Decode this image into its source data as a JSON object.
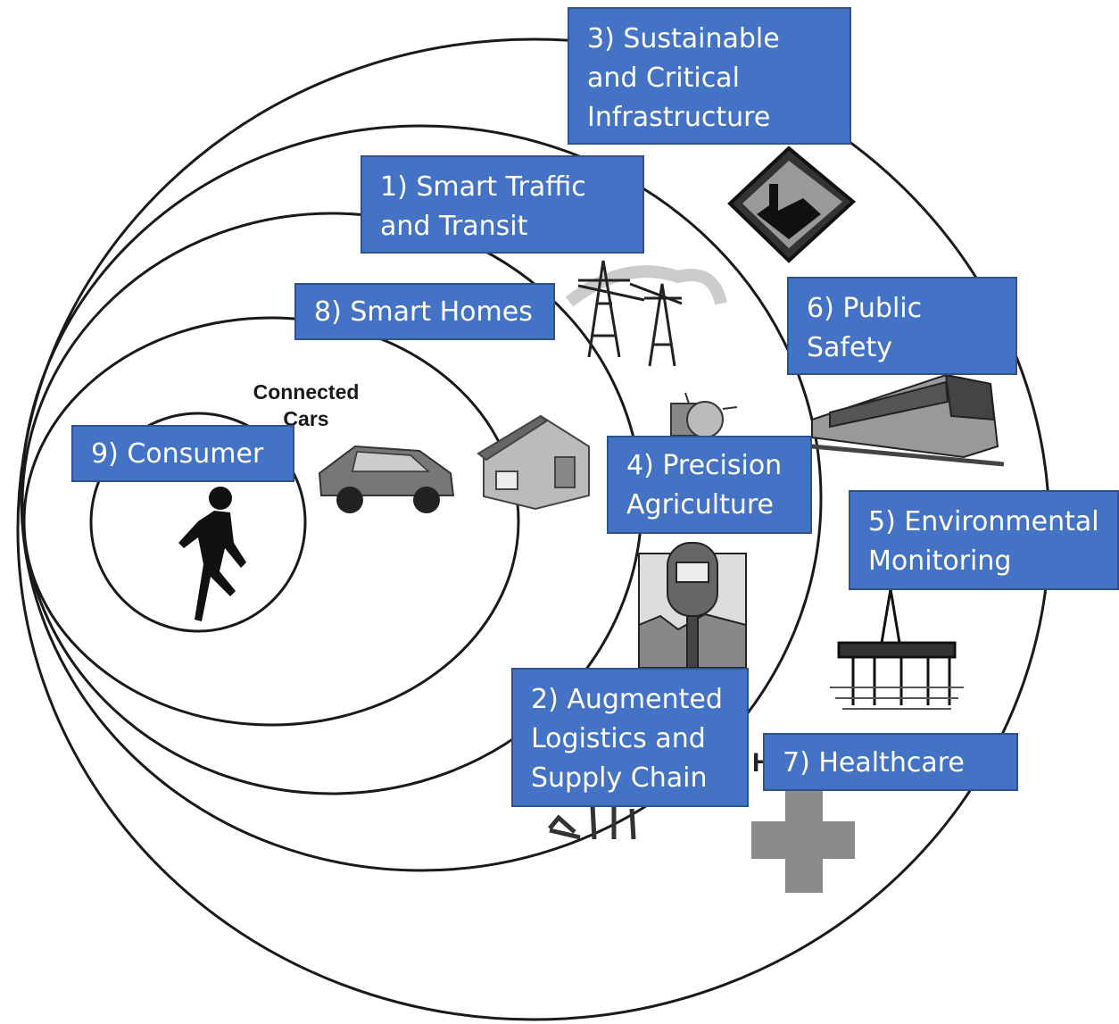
{
  "diagram": {
    "connected_cars_label": "Connected\nCars",
    "stray_letter": "H",
    "accent_color": "#4472c4",
    "labels": [
      {
        "id": "smart-traffic",
        "text": "1) Smart Traffic\nand Transit"
      },
      {
        "id": "augmented-logistics",
        "text": "2) Augmented\nLogistics and\nSupply Chain"
      },
      {
        "id": "sustainable-infrastructure",
        "text": "3) Sustainable\nand Critical\nInfrastructure"
      },
      {
        "id": "precision-agriculture",
        "text": "4) Precision\nAgriculture"
      },
      {
        "id": "environmental-monitoring",
        "text": "5) Environmental\nMonitoring"
      },
      {
        "id": "public-safety",
        "text": "6) Public\nSafety"
      },
      {
        "id": "healthcare",
        "text": "7) Healthcare"
      },
      {
        "id": "smart-homes",
        "text": "8) Smart Homes"
      },
      {
        "id": "consumer",
        "text": "9) Consumer"
      }
    ],
    "icons": [
      "runner-icon",
      "car-icon",
      "house-icon",
      "power-lines-icon",
      "factory-icon",
      "train-icon",
      "valve-icon",
      "parking-meter-icon",
      "oil-rig-icon",
      "medical-cross-icon",
      "tools-icon"
    ]
  }
}
